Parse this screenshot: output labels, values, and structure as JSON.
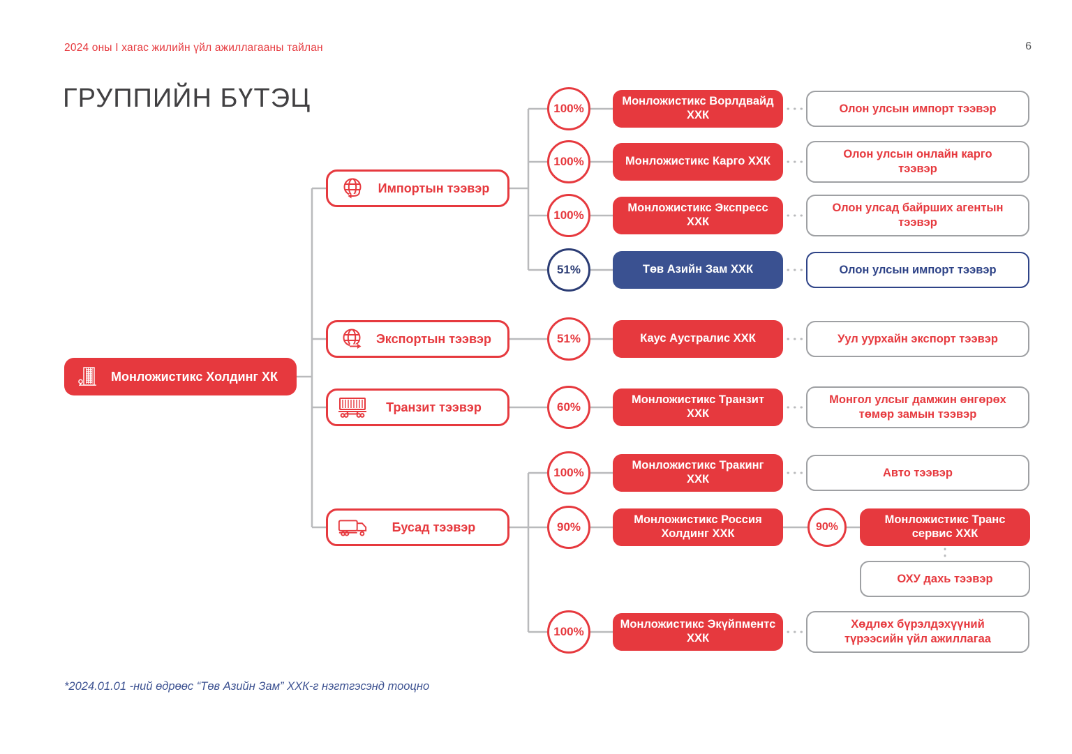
{
  "header": {
    "report_title": "2024 оны I хагас жилийн үйл ажиллагааны тайлан",
    "page_number": "6"
  },
  "title": "ГРУППИЙН БҮТЭЦ",
  "footnote": "*2024.01.01 -ний өдрөөс “Төв Азийн Зам” ХХК-г нэгтгэсэнд тооцно",
  "colors": {
    "red": "#E6393E",
    "navy_fill": "#3A5191",
    "navy_dark": "#2B3C74",
    "gray_border": "#9EA0A3",
    "connector_gray": "#B9BABC",
    "title_text": "#414042"
  },
  "root": {
    "label": "Монложистикс Холдинг ХК",
    "icon": "building-icon"
  },
  "branches": [
    {
      "label": "Импортын тээвэр",
      "icon": "globe-import-icon",
      "children": [
        {
          "share": "100%",
          "company": "Монложистикс Ворлдвайд ХХК",
          "activity": "Олон улсын импорт тээвэр",
          "theme": "red"
        },
        {
          "share": "100%",
          "company": "Монложистикс Карго ХХК",
          "activity": "Олон улсын онлайн карго тээвэр",
          "theme": "red"
        },
        {
          "share": "100%",
          "company": "Монложистикс Экспресс ХХК",
          "activity": "Олон улсад байрших агентын тээвэр",
          "theme": "red"
        },
        {
          "share": "51%",
          "company": "Төв Азийн Зам ХХК",
          "activity": "Олон улсын импорт тээвэр",
          "theme": "navy"
        }
      ]
    },
    {
      "label": "Экспортын тээвэр",
      "icon": "globe-export-icon",
      "children": [
        {
          "share": "51%",
          "company": "Каус Аустралис ХХК",
          "activity": "Уул уурхайн экспорт тээвэр",
          "theme": "red"
        }
      ]
    },
    {
      "label": "Транзит тээвэр",
      "icon": "railcar-icon",
      "children": [
        {
          "share": "60%",
          "company": "Монложистикс Транзит ХХК",
          "activity": "Монгол улсыг дамжин өнгөрөх төмөр замын тээвэр",
          "theme": "red"
        }
      ]
    },
    {
      "label": "Бусад тээвэр",
      "icon": "truck-icon",
      "children": [
        {
          "share": "100%",
          "company": "Монложистикс Тракинг ХХК",
          "activity": "Авто тээвэр",
          "theme": "red"
        },
        {
          "share": "90%",
          "company": "Монложистикс Россия Холдинг ХХК",
          "theme": "red",
          "subsidiary": {
            "share": "90%",
            "company": "Монложистикс Транс сервис ХХК",
            "activity": "ОХУ дахь тээвэр"
          }
        },
        {
          "share": "100%",
          "company": "Монложистикс Экүйпментс ХХК",
          "activity": "Хөдлөх бүрэлдэхүүний түрээсийн үйл ажиллагаа",
          "theme": "red"
        }
      ]
    }
  ]
}
